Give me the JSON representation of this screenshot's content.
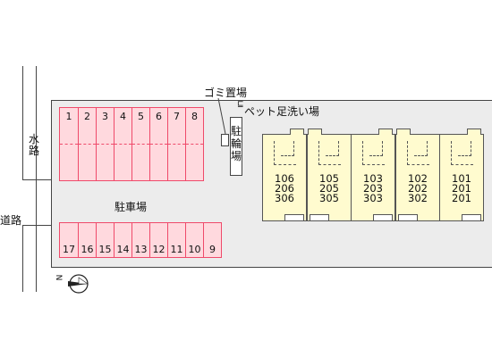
{
  "roads": {
    "waterway": "水路",
    "road": "道路"
  },
  "facilities": {
    "garbage": "ゴミ置場",
    "pet_wash": "ペット足洗い場",
    "bicycle": "駐輪場",
    "parking": "駐車場"
  },
  "parking_top": [
    "1",
    "2",
    "3",
    "4",
    "5",
    "6",
    "7",
    "8"
  ],
  "parking_bottom": [
    "17",
    "16",
    "15",
    "14",
    "13",
    "12",
    "11",
    "10",
    "9"
  ],
  "units": [
    {
      "numbers": [
        "106",
        "206",
        "306"
      ]
    },
    {
      "numbers": [
        "105",
        "205",
        "305"
      ]
    },
    {
      "numbers": [
        "103",
        "203",
        "303"
      ]
    },
    {
      "numbers": [
        "102",
        "202",
        "302"
      ]
    },
    {
      "numbers": [
        "101",
        "201",
        "201"
      ]
    }
  ],
  "compass": {
    "label": "N"
  },
  "colors": {
    "parking_fill": "#ffd9de",
    "parking_border": "#ef4a6a",
    "building_fill": "#fffbcf",
    "lot_fill": "#ececec"
  }
}
